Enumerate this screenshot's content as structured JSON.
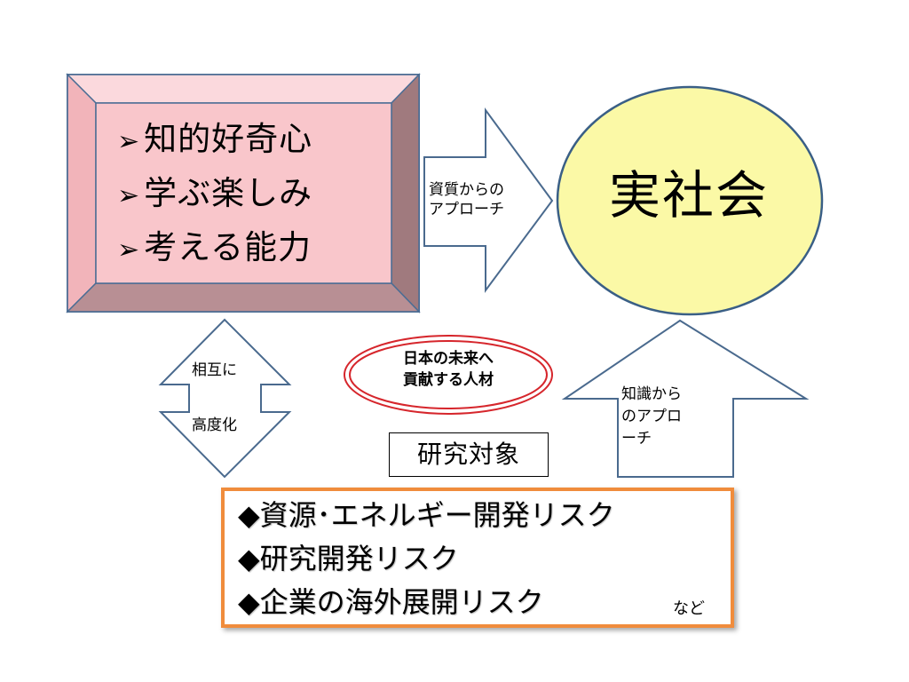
{
  "qualities": {
    "bullet": "➢",
    "items": [
      "知的好奇心",
      "学ぶ楽しみ",
      "考える能力"
    ]
  },
  "right_arrow": {
    "line1": "資質からの",
    "line2": "アプローチ"
  },
  "society": {
    "label": "実社会"
  },
  "mutual_arrow": {
    "top": "相互に",
    "bottom": "高度化"
  },
  "contribution": {
    "line1": "日本の未来へ",
    "line2": "貢献する人材"
  },
  "up_arrow": {
    "line1": "知識から",
    "line2": "のアプロ",
    "line3": "ーチ"
  },
  "research": {
    "title": "研究対象",
    "bullet": "◆",
    "items": [
      "資源･エネルギー開発リスク",
      "研究開発リスク",
      "企業の海外展開リスク"
    ],
    "etc": "など"
  },
  "colors": {
    "bevel_face": "#f9c6cb",
    "bevel_top": "#fbd9dd",
    "bevel_left": "#f2b4ba",
    "bevel_right": "#a07a7e",
    "bevel_bottom": "#b88f94",
    "bevel_border": "#4b6d94",
    "ellipse_fill": "#fbf9a6",
    "arrow_stroke": "#4a6a8e",
    "contrib_ring": "#d6262c",
    "risk_border": "#f08c3c"
  }
}
